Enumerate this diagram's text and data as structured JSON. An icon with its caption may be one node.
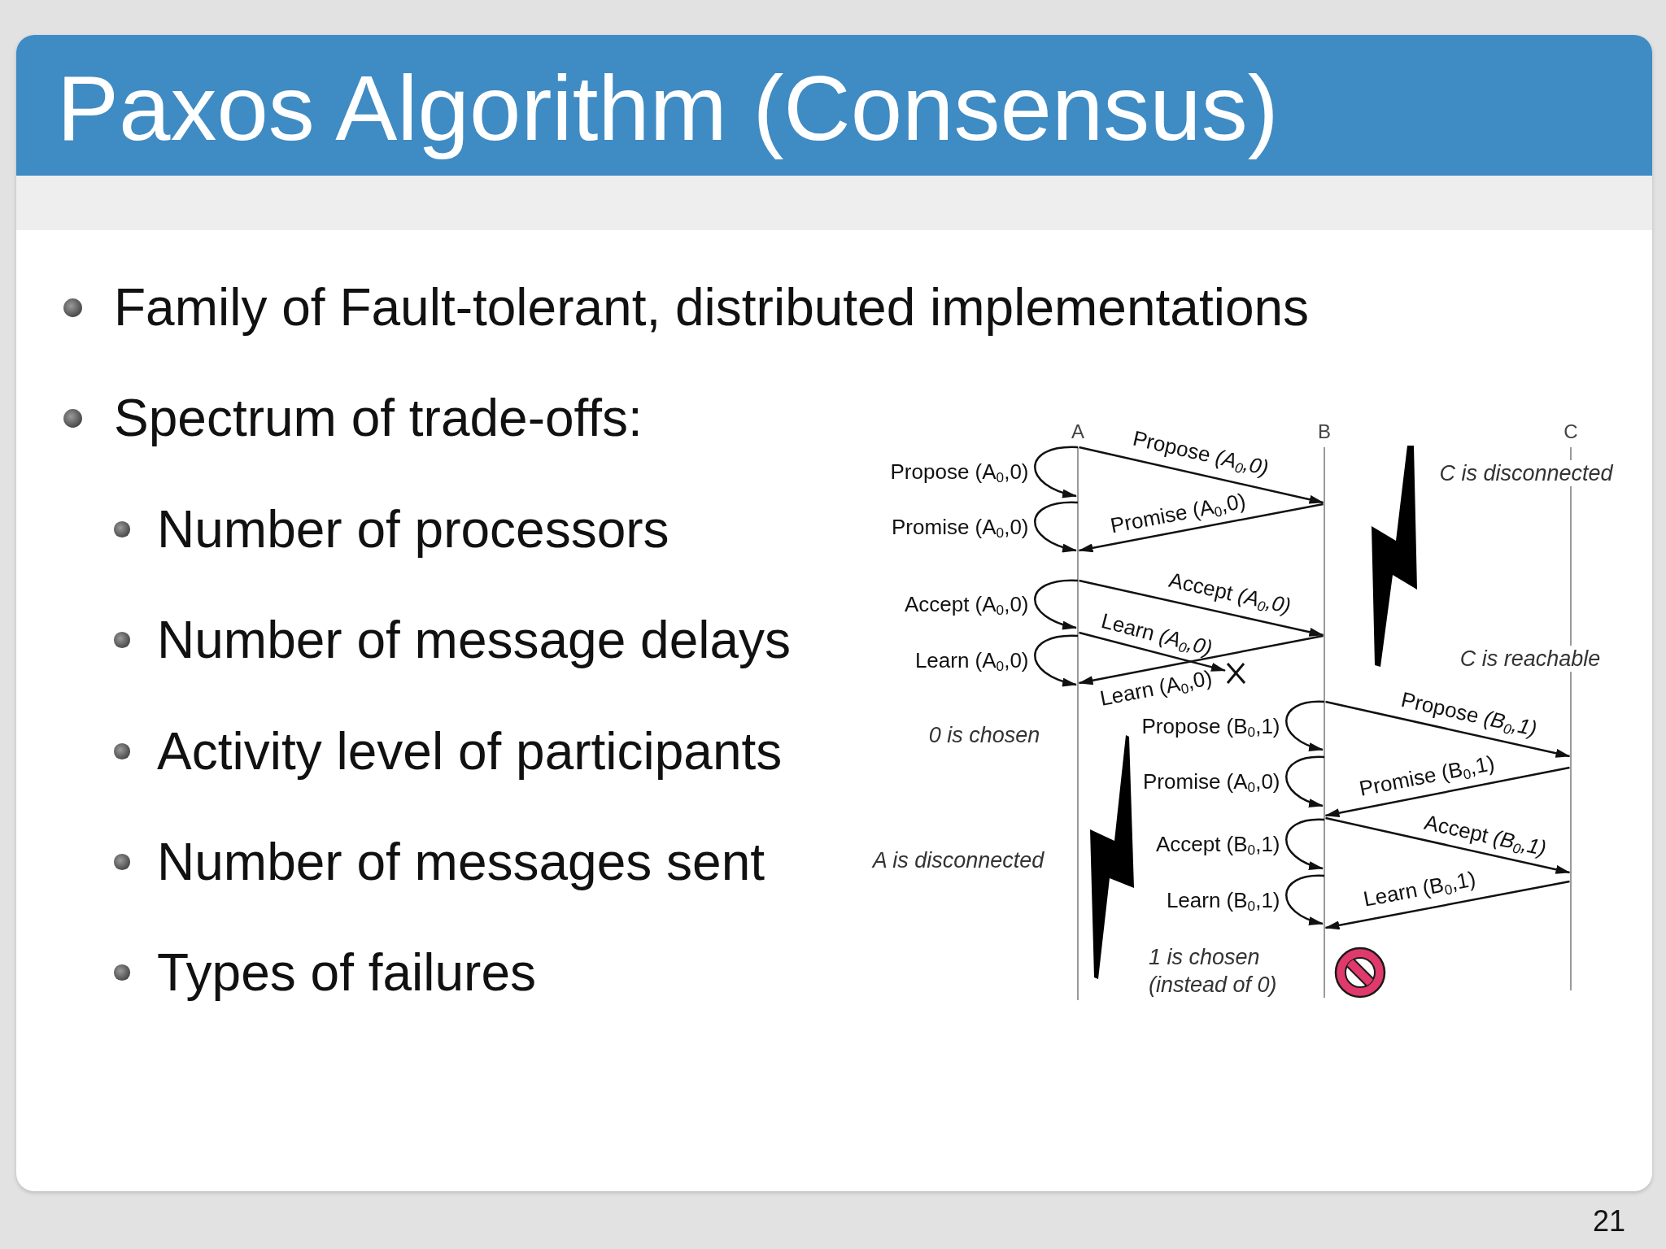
{
  "diagram": {
    "title": "Paxos Algorithm (Consensus)",
    "nodes": [
      {
        "text": [
          "A"
        ]
      },
      {
        "text": [
          "B"
        ]
      },
      {
        "text": [
          "C"
        ]
      },
      {
        "text": [],
        "shape": "cross"
      }
    ],
    "edges": [
      {
        "from": 0,
        "to": 0,
        "arrow": "to",
        "label": "Propose (A$_{0}$,0)"
      },
      {
        "from": 0,
        "to": 1,
        "arrow": "to",
        "label": "Propose *(A$_{0}$,0)*"
      },
      {
        "from": 1,
        "to": 0,
        "arrow": "to",
        "label": "Promise (A$_{0}$,0)"
      },
      {
        "from": 0,
        "to": 0,
        "arrow": "to",
        "label": "Promise (A$_{0}$,0)"
      },
      {
        "from": 0,
        "to": 0,
        "arrow": "to",
        "label": "Accept (A$_{0}$,0)"
      },
      {
        "from": 0,
        "to": 1,
        "arrow": "to",
        "label": "Accept *(A$_{0}$,0)*"
      },
      {
        "from": 0,
        "to": 0,
        "arrow": "to",
        "label": "Learn (A$_{0}$,0)"
      },
      {
        "from": 0,
        "to": 3,
        "arrow": "to",
        "label": "Learn *(A$_{0}$,0)*"
      },
      {
        "from": 1,
        "to": 0,
        "arrow": "to",
        "label": "Learn (A$_{0}$,0)"
      },
      {
        "from": 1,
        "to": 1,
        "arrow": "to",
        "label": "Propose (B$_{0}$,1)"
      },
      {
        "from": 1,
        "to": 2,
        "arrow": "to",
        "label": "Propose *(B$_{0}$,1)*"
      },
      {
        "from": 1,
        "to": 1,
        "arrow": "to",
        "label": "Promise (A$_{0}$,0)"
      },
      {
        "from": 2,
        "to": 1,
        "arrow": "to",
        "label": "Promise (B$_{0}$,1)"
      },
      {
        "from": 1,
        "to": 1,
        "arrow": "to",
        "label": "Accept (B$_{0}$,1)"
      },
      {
        "from": 1,
        "to": 2,
        "arrow": "to",
        "label": "Accept *(B$_{0}$,1)*"
      },
      {
        "from": 1,
        "to": 1,
        "arrow": "to",
        "label": "Learn (B$_{0}$,1)"
      },
      {
        "from": 2,
        "to": 1,
        "arrow": "to",
        "label": "Learn (B$_{0}$,1)"
      }
    ],
    "labels": [
      "Family of Fault-tolerant, distributed implementations",
      "Spectrum of trade-offs:",
      "Number of processors",
      "Number of message delays",
      "Activity level of participants",
      "Number of messages sent",
      "Types of failures",
      "C is disconnected",
      "C is reachable",
      "0 is chosen",
      "A is disconnected",
      "1 is chosen (instead of 0)",
      "21"
    ]
  }
}
